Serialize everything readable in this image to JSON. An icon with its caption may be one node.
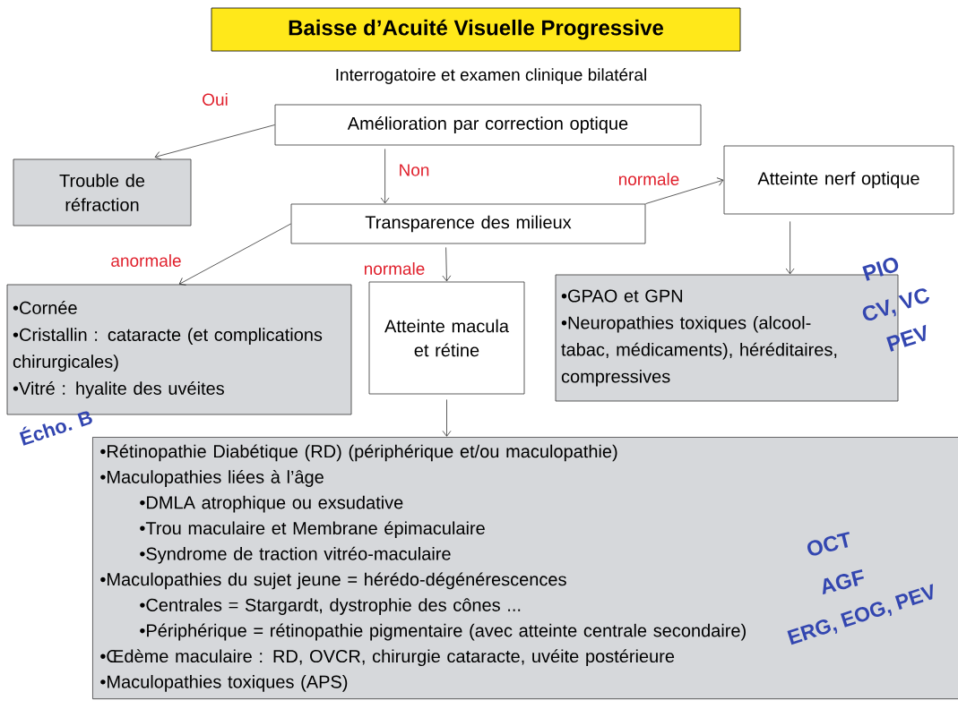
{
  "diagram": {
    "title": "Baisse d’Acuité Visuelle Progressive",
    "nodes": [
      {
        "text": [
          "Amélioration par correction optique"
        ]
      },
      {
        "text": [
          "Trouble de réfraction"
        ]
      },
      {
        "text": [
          "Transparence des milieux"
        ]
      },
      {
        "text": [
          "Atteinte nerf optique"
        ]
      },
      {
        "text": [
          "•Cornée",
          "•Cristallin : cataracte (et complications chirurgicales)",
          "•Vitré : hyalite des uvéites"
        ]
      },
      {
        "text": [
          "Atteinte macula et rétine"
        ]
      },
      {
        "text": [
          "•GPAO et GPN",
          "•Neuropathies toxiques (alcool-tabac, médicaments), héréditaires, compressives"
        ]
      },
      {
        "text": [
          "•Rétinopathie Diabétique (RD) (périphérique et/ou maculopathie)",
          "•Maculopathies liées à l’âge",
          "•DMLA atrophique ou exsudative",
          "•Trou maculaire et Membrane épimaculaire",
          "•Syndrome de traction vitréo-maculaire",
          "•Maculopathies du sujet jeune = hérédo-dégénérescences",
          "•Centrales = Stargardt, dystrophie des cônes ...",
          "•Périphérique = rétinopathie pigmentaire (avec atteinte centrale secondaire)",
          "•Œdème maculaire : RD, OVCR, chirurgie cataracte, uvéite postérieure",
          "•Maculopathies toxiques (APS)"
        ]
      }
    ],
    "edges": [
      {
        "from": 0,
        "to": 1,
        "arrow": "to",
        "label": "Oui"
      },
      {
        "from": 0,
        "to": 2,
        "arrow": "to",
        "label": "Non"
      },
      {
        "from": 2,
        "to": 4,
        "arrow": "to",
        "label": "anormale"
      },
      {
        "from": 2,
        "to": 5,
        "arrow": "to",
        "label": "normale"
      },
      {
        "from": 2,
        "to": 3,
        "arrow": "to",
        "label": "normale"
      },
      {
        "from": 3,
        "to": 6,
        "arrow": "to"
      },
      {
        "from": 5,
        "to": 7,
        "arrow": "to"
      }
    ],
    "labels": [
      "Interrogatoire et examen clinique bilatéral",
      "PIO",
      "CV, VC",
      "PEV",
      "Écho. B",
      "OCT",
      "AGF",
      "ERG, EOG, PEV"
    ]
  }
}
